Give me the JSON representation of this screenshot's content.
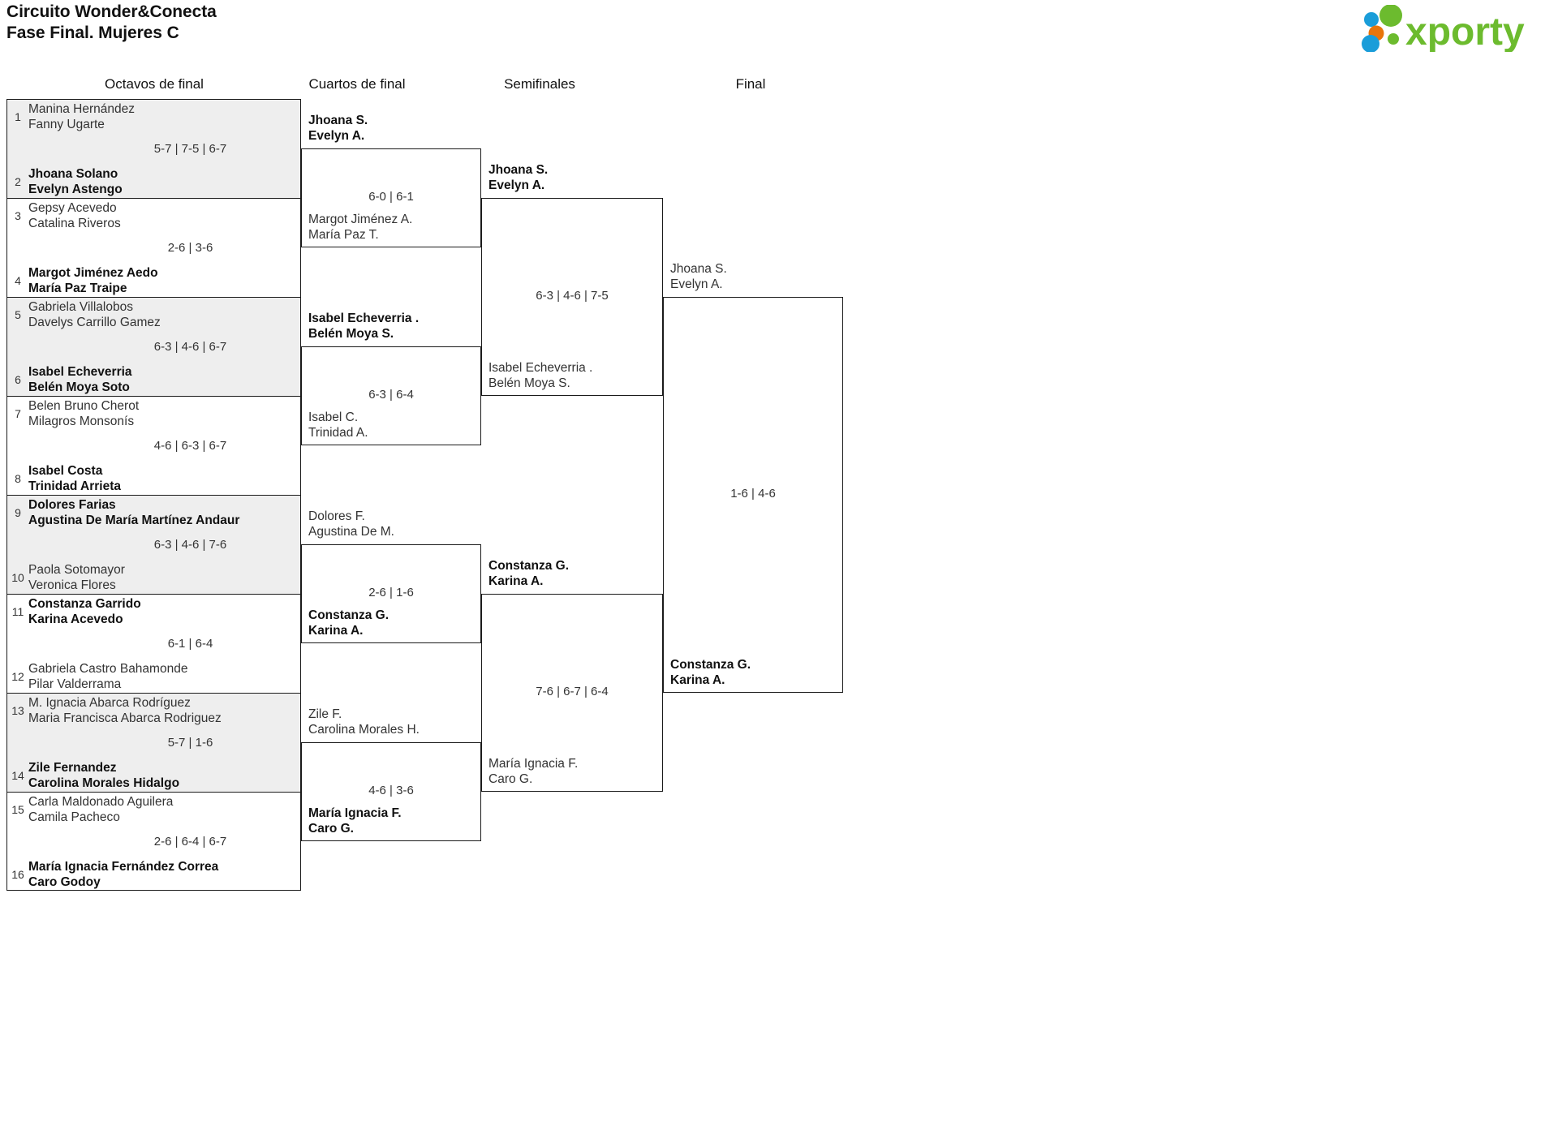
{
  "header": {
    "title_line1": "Circuito Wonder&Conecta",
    "title_line2": "Fase Final. Mujeres C",
    "logo_text": "xporty",
    "logo_colors": {
      "green": "#6cbb2e",
      "blue": "#1a9dd9",
      "orange": "#e8750a"
    }
  },
  "rounds": [
    {
      "key": "octavos",
      "label": "Octavos de final"
    },
    {
      "key": "cuartos",
      "label": "Cuartos de final"
    },
    {
      "key": "semis",
      "label": "Semifinales"
    },
    {
      "key": "final",
      "label": "Final"
    }
  ],
  "round1": [
    {
      "seed_top": "1",
      "top_l1": "Manina Hernández",
      "top_l2": "Fanny Ugarte",
      "top_win": false,
      "score": "5-7 | 7-5 | 6-7",
      "seed_bot": "2",
      "bot_l1": "Jhoana Solano",
      "bot_l2": "Evelyn Astengo",
      "bot_win": true
    },
    {
      "seed_top": "3",
      "top_l1": "Gepsy Acevedo",
      "top_l2": "Catalina Riveros",
      "top_win": false,
      "score": "2-6 | 3-6",
      "seed_bot": "4",
      "bot_l1": "Margot Jiménez Aedo",
      "bot_l2": "María Paz Traipe",
      "bot_win": true
    },
    {
      "seed_top": "5",
      "top_l1": "Gabriela Villalobos",
      "top_l2": "Davelys Carrillo Gamez",
      "top_win": false,
      "score": "6-3 | 4-6 | 6-7",
      "seed_bot": "6",
      "bot_l1": "Isabel Echeverria",
      "bot_l2": "Belén Moya Soto",
      "bot_win": true
    },
    {
      "seed_top": "7",
      "top_l1": "Belen Bruno Cherot",
      "top_l2": "Milagros Monsonís",
      "top_win": false,
      "score": "4-6 | 6-3 | 6-7",
      "seed_bot": "8",
      "bot_l1": "Isabel Costa",
      "bot_l2": "Trinidad Arrieta",
      "bot_win": true
    },
    {
      "seed_top": "9",
      "top_l1": "Dolores Farias",
      "top_l2": "Agustina De María Martínez Andaur",
      "top_win": true,
      "score": "6-3 | 4-6 | 7-6",
      "seed_bot": "10",
      "bot_l1": "Paola Sotomayor",
      "bot_l2": "Veronica Flores",
      "bot_win": false
    },
    {
      "seed_top": "11",
      "top_l1": "Constanza Garrido",
      "top_l2": "Karina Acevedo",
      "top_win": true,
      "score": "6-1 | 6-4",
      "seed_bot": "12",
      "bot_l1": "Gabriela Castro Bahamonde",
      "bot_l2": "Pilar Valderrama",
      "bot_win": false
    },
    {
      "seed_top": "13",
      "top_l1": "M. Ignacia Abarca Rodríguez",
      "top_l2": "Maria Francisca Abarca Rodriguez",
      "top_win": false,
      "score": "5-7 | 1-6",
      "seed_bot": "14",
      "bot_l1": "Zile Fernandez",
      "bot_l2": "Carolina Morales Hidalgo",
      "bot_win": true
    },
    {
      "seed_top": "15",
      "top_l1": "Carla Maldonado Aguilera",
      "top_l2": "Camila Pacheco",
      "top_win": false,
      "score": "2-6 | 6-4 | 6-7",
      "seed_bot": "16",
      "bot_l1": "María Ignacia Fernández Correa",
      "bot_l2": "Caro Godoy",
      "bot_win": true
    }
  ],
  "round2": [
    {
      "top_l1": "Jhoana S.",
      "top_l2": "Evelyn A.",
      "top_win": true,
      "score": "6-0 | 6-1",
      "bot_l1": "Margot Jiménez A.",
      "bot_l2": "María Paz T.",
      "bot_win": false
    },
    {
      "top_l1": "Isabel Echeverria .",
      "top_l2": "Belén Moya S.",
      "top_win": true,
      "score": "6-3 | 6-4",
      "bot_l1": "Isabel C.",
      "bot_l2": "Trinidad A.",
      "bot_win": false
    },
    {
      "top_l1": "Dolores F.",
      "top_l2": "Agustina De M.",
      "top_win": false,
      "score": "2-6 | 1-6",
      "bot_l1": "Constanza G.",
      "bot_l2": "Karina A.",
      "bot_win": true
    },
    {
      "top_l1": "Zile F.",
      "top_l2": "Carolina Morales H.",
      "top_win": false,
      "score": "4-6 | 3-6",
      "bot_l1": "María Ignacia F.",
      "bot_l2": "Caro G.",
      "bot_win": true
    }
  ],
  "round3": [
    {
      "top_l1": "Jhoana S.",
      "top_l2": "Evelyn A.",
      "top_win": true,
      "score": "6-3 | 4-6 | 7-5",
      "bot_l1": "Isabel Echeverria .",
      "bot_l2": "Belén Moya S.",
      "bot_win": false
    },
    {
      "top_l1": "Constanza G.",
      "top_l2": "Karina A.",
      "top_win": true,
      "score": "7-6 | 6-7 | 6-4",
      "bot_l1": "María Ignacia F.",
      "bot_l2": "Caro G.",
      "bot_win": false
    }
  ],
  "round4": [
    {
      "top_l1": "Jhoana S.",
      "top_l2": "Evelyn A.",
      "top_win": false,
      "score": "1-6 | 4-6",
      "bot_l1": "Constanza G.",
      "bot_l2": "Karina A.",
      "bot_win": true
    }
  ]
}
